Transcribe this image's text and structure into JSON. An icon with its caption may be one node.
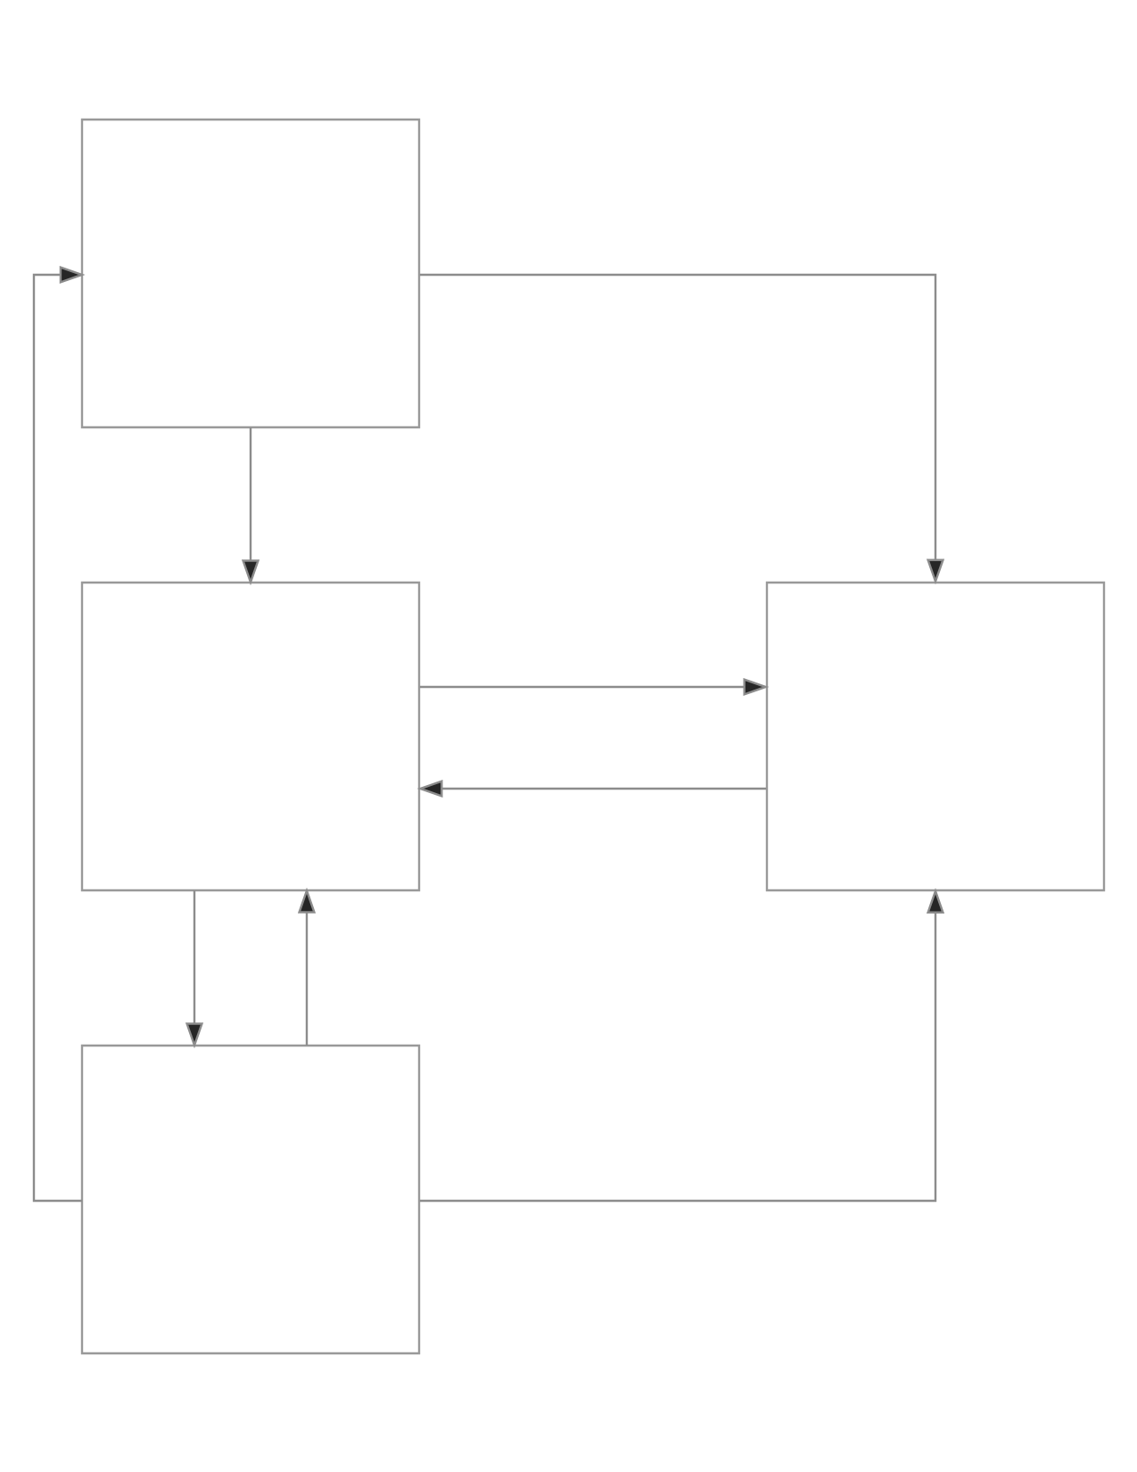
{
  "diagram": {
    "nodes": [
      {
        "text": [],
        "shape": "box"
      },
      {
        "text": [],
        "shape": "box"
      },
      {
        "text": [],
        "shape": "box"
      },
      {
        "text": [],
        "shape": "box"
      }
    ],
    "edges": [
      {
        "from": 0,
        "to": 2,
        "arrow": "to"
      },
      {
        "from": 0,
        "to": 1,
        "arrow": "to"
      },
      {
        "from": 1,
        "to": 2,
        "arrow": "to"
      },
      {
        "from": 2,
        "to": 1,
        "arrow": "to"
      },
      {
        "from": 1,
        "to": 3,
        "arrow": "to"
      },
      {
        "from": 3,
        "to": 2,
        "arrow": "to"
      },
      {
        "from": 3,
        "to": 1,
        "arrow": "to"
      },
      {
        "from": 3,
        "to": 0,
        "arrow": "to"
      }
    ]
  }
}
